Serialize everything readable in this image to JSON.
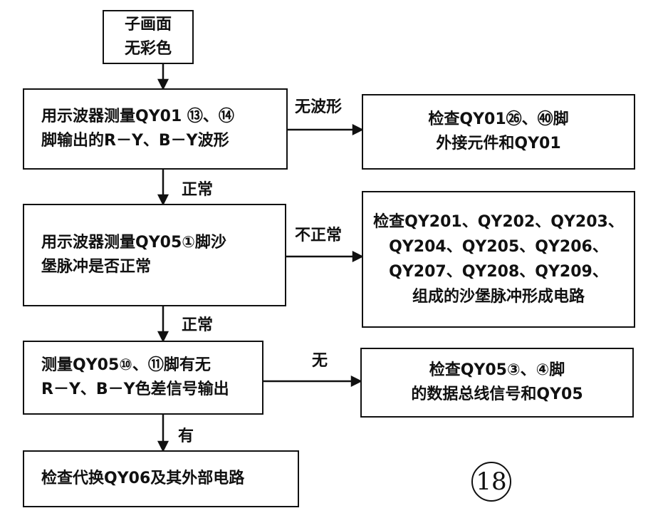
{
  "flowchart": {
    "start": {
      "line1": "子画面",
      "line2": "无彩色"
    },
    "step1": {
      "line1": "用示波器测量QY01 ⑬、⑭",
      "line2": "脚输出的R－Y、B－Y波形"
    },
    "step2": {
      "line1": "用示波器测量QY05①脚沙",
      "line2": "堡脉冲是否正常"
    },
    "step3": {
      "line1": "测量QY05⑩、⑪脚有无",
      "line2": "R－Y、B－Y色差信号输出"
    },
    "step4": {
      "line1": "检查代换QY06及其外部电路"
    },
    "check1": {
      "line1": "检查QY01㉖、㊵脚",
      "line2": "外接元件和QY01"
    },
    "check2": {
      "line1": "检查QY201、QY202、QY203、",
      "line2": "QY204、QY205、QY206、",
      "line3": "QY207、QY208、QY209、",
      "line4": "组成的沙堡脉冲形成电路"
    },
    "check3": {
      "line1": "检查QY05③、④脚",
      "line2": "的数据总线信号和QY05"
    },
    "labels": {
      "no_waveform": "无波形",
      "normal_1": "正常",
      "abnormal": "不正常",
      "normal_2": "正常",
      "none": "无",
      "has": "有"
    },
    "figure_number": "18"
  }
}
